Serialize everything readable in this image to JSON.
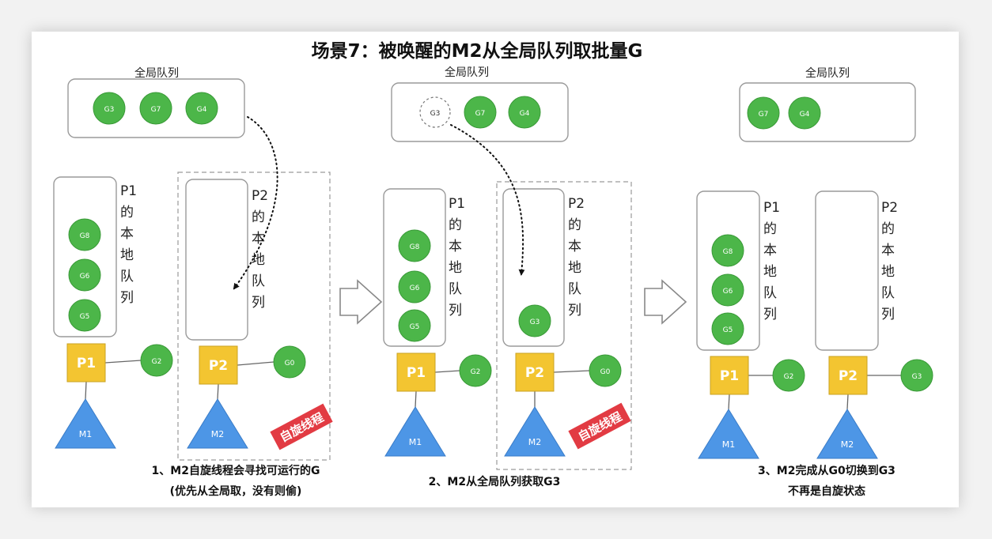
{
  "title": "场景7：被唤醒的M2从全局队列取批量G",
  "colors": {
    "goroutine": "#4cb649",
    "goroutine_stroke": "#3a9a38",
    "processor": "#f3c531",
    "machine": "#4d96e6",
    "spin_badge": "#e23b43",
    "box_stroke": "#9a9a9a",
    "dash_stroke": "#9a9a9a",
    "text": "#222222"
  },
  "panels": [
    {
      "global_queue_label": "全局队列",
      "global_queue": [
        "G3",
        "G7",
        "G4"
      ],
      "p1_local_label": [
        "P1",
        "的",
        "本",
        "地",
        "队",
        "列"
      ],
      "p1_local": [
        "G8",
        "G6",
        "G5"
      ],
      "p2_local_label": [
        "P2",
        "的",
        "本",
        "地",
        "队",
        "列"
      ],
      "p2_local": [],
      "p1": "P1",
      "p1_running": "G2",
      "m1": "M1",
      "p2": "P2",
      "p2_running": "G0",
      "m2": "M2",
      "spin_badge": "自旋线程",
      "caption": [
        "1、M2自旋线程会寻找可运行的G",
        "(优先从全局取，没有则偷)"
      ]
    },
    {
      "global_queue_label": "全局队列",
      "global_queue": [
        "G3",
        "G7",
        "G4"
      ],
      "p1_local_label": [
        "P1",
        "的",
        "本",
        "地",
        "队",
        "列"
      ],
      "p1_local": [
        "G8",
        "G6",
        "G5"
      ],
      "p2_local_label": [
        "P2",
        "的",
        "本",
        "地",
        "队",
        "列"
      ],
      "p2_local": [
        "G3"
      ],
      "p1": "P1",
      "p1_running": "G2",
      "m1": "M1",
      "p2": "P2",
      "p2_running": "G0",
      "m2": "M2",
      "spin_badge": "自旋线程",
      "caption": [
        "2、M2从全局队列获取G3"
      ]
    },
    {
      "global_queue_label": "全局队列",
      "global_queue": [
        "G7",
        "G4"
      ],
      "p1_local_label": [
        "P1",
        "的",
        "本",
        "地",
        "队",
        "列"
      ],
      "p1_local": [
        "G8",
        "G6",
        "G5"
      ],
      "p2_local_label": [
        "P2",
        "的",
        "本",
        "地",
        "队",
        "列"
      ],
      "p2_local": [],
      "p1": "P1",
      "p1_running": "G2",
      "m1": "M1",
      "p2": "P2",
      "p2_running": "G3",
      "m2": "M2",
      "caption": [
        "3、M2完成从G0切换到G3",
        "不再是自旋状态"
      ]
    }
  ]
}
